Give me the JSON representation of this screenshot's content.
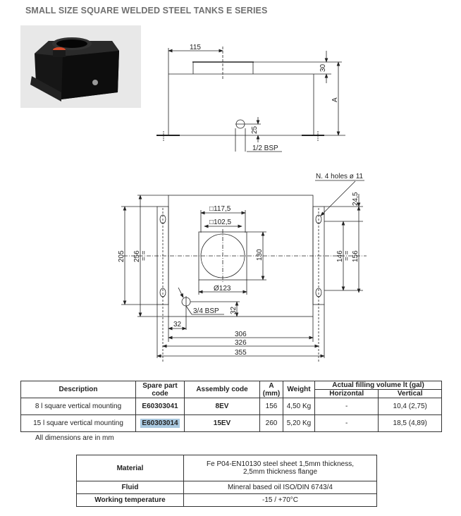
{
  "title": "SMALL SIZE SQUARE WELDED STEEL TANKS E SERIES",
  "side_view": {
    "dim_115": "115",
    "dim_30": "30",
    "dim_a": "A",
    "dim_25": "25",
    "port": "1/2 BSP"
  },
  "top_view": {
    "holes_note": "N. 4 holes ø 11",
    "sq_117": "□117,5",
    "sq_102": "□102,5",
    "dia_123": "Ø123",
    "dim_130": "130",
    "dim_205": "205",
    "dim_256": "256",
    "dim_146": "146",
    "dim_156": "156",
    "dim_24": "24,5",
    "port": "3/4 BSP",
    "dim_32v": "32",
    "dim_32h": "32",
    "dim_306": "306",
    "dim_326": "326",
    "dim_355": "355",
    "equal": "= ="
  },
  "table": {
    "headers": {
      "description": "Description",
      "spare": "Spare part code",
      "assembly": "Assembly code",
      "a": "A",
      "a_unit": "(mm)",
      "weight": "Weight",
      "volume": "Actual filling volume lt (gal)",
      "horizontal": "Horizontal",
      "vertical": "Vertical"
    },
    "rows": [
      {
        "description": "8 l square vertical mounting",
        "spare": "E60303041",
        "assembly": "8EV",
        "a": "156",
        "weight": "4,50 Kg",
        "horizontal": "-",
        "vertical": "10,4 (2,75)"
      },
      {
        "description": "15 l square vertical mounting",
        "spare": "E60303014",
        "assembly": "15EV",
        "a": "260",
        "weight": "5,20 Kg",
        "horizontal": "-",
        "vertical": "18,5 (4,89)"
      }
    ]
  },
  "note": "All dimensions are in mm",
  "specs": [
    {
      "label": "Material",
      "value1": "Fe P04-EN10130 steel sheet 1,5mm thickness,",
      "value2": "2,5mm thickness flange"
    },
    {
      "label": "Fluid",
      "value1": "Mineral based oil ISO/DIN 6743/4"
    },
    {
      "label": "Working temperature",
      "value1": "-15 / +70°C"
    }
  ]
}
